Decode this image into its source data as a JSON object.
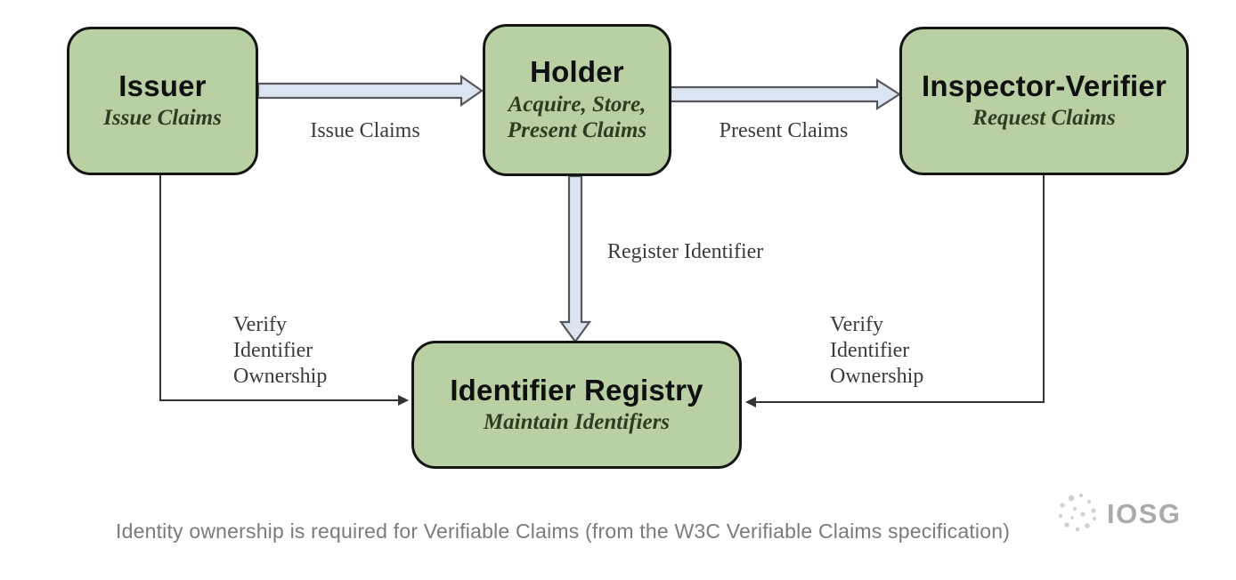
{
  "diagram": {
    "nodes": {
      "issuer": {
        "title": "Issuer",
        "subtitle": "Issue Claims"
      },
      "holder": {
        "title": "Holder",
        "subtitle": "Acquire, Store, Present Claims"
      },
      "inspector": {
        "title": "Inspector-Verifier",
        "subtitle": "Request Claims"
      },
      "registry": {
        "title": "Identifier Registry",
        "subtitle": "Maintain Identifiers"
      }
    },
    "edges": {
      "issue_claims": "Issue Claims",
      "present_claims": "Present Claims",
      "register_identifier": "Register Identifier",
      "verify_left": "Verify\nIdentifier\nOwnership",
      "verify_right": "Verify\nIdentifier\nOwnership"
    },
    "colors": {
      "node_fill": "#b9d0a4",
      "node_border": "#151515",
      "block_arrow_fill": "#dbe5f1",
      "block_arrow_border": "#56575a",
      "thin_line": "#333333",
      "label_text": "#3b3b3b",
      "subtitle_text": "#2e3d22",
      "caption_text": "#7b7b7b"
    }
  },
  "caption": "Identity ownership is required for Verifiable Claims (from the W3C Verifiable Claims specification)",
  "watermark": {
    "logo_text": "IOSG"
  }
}
